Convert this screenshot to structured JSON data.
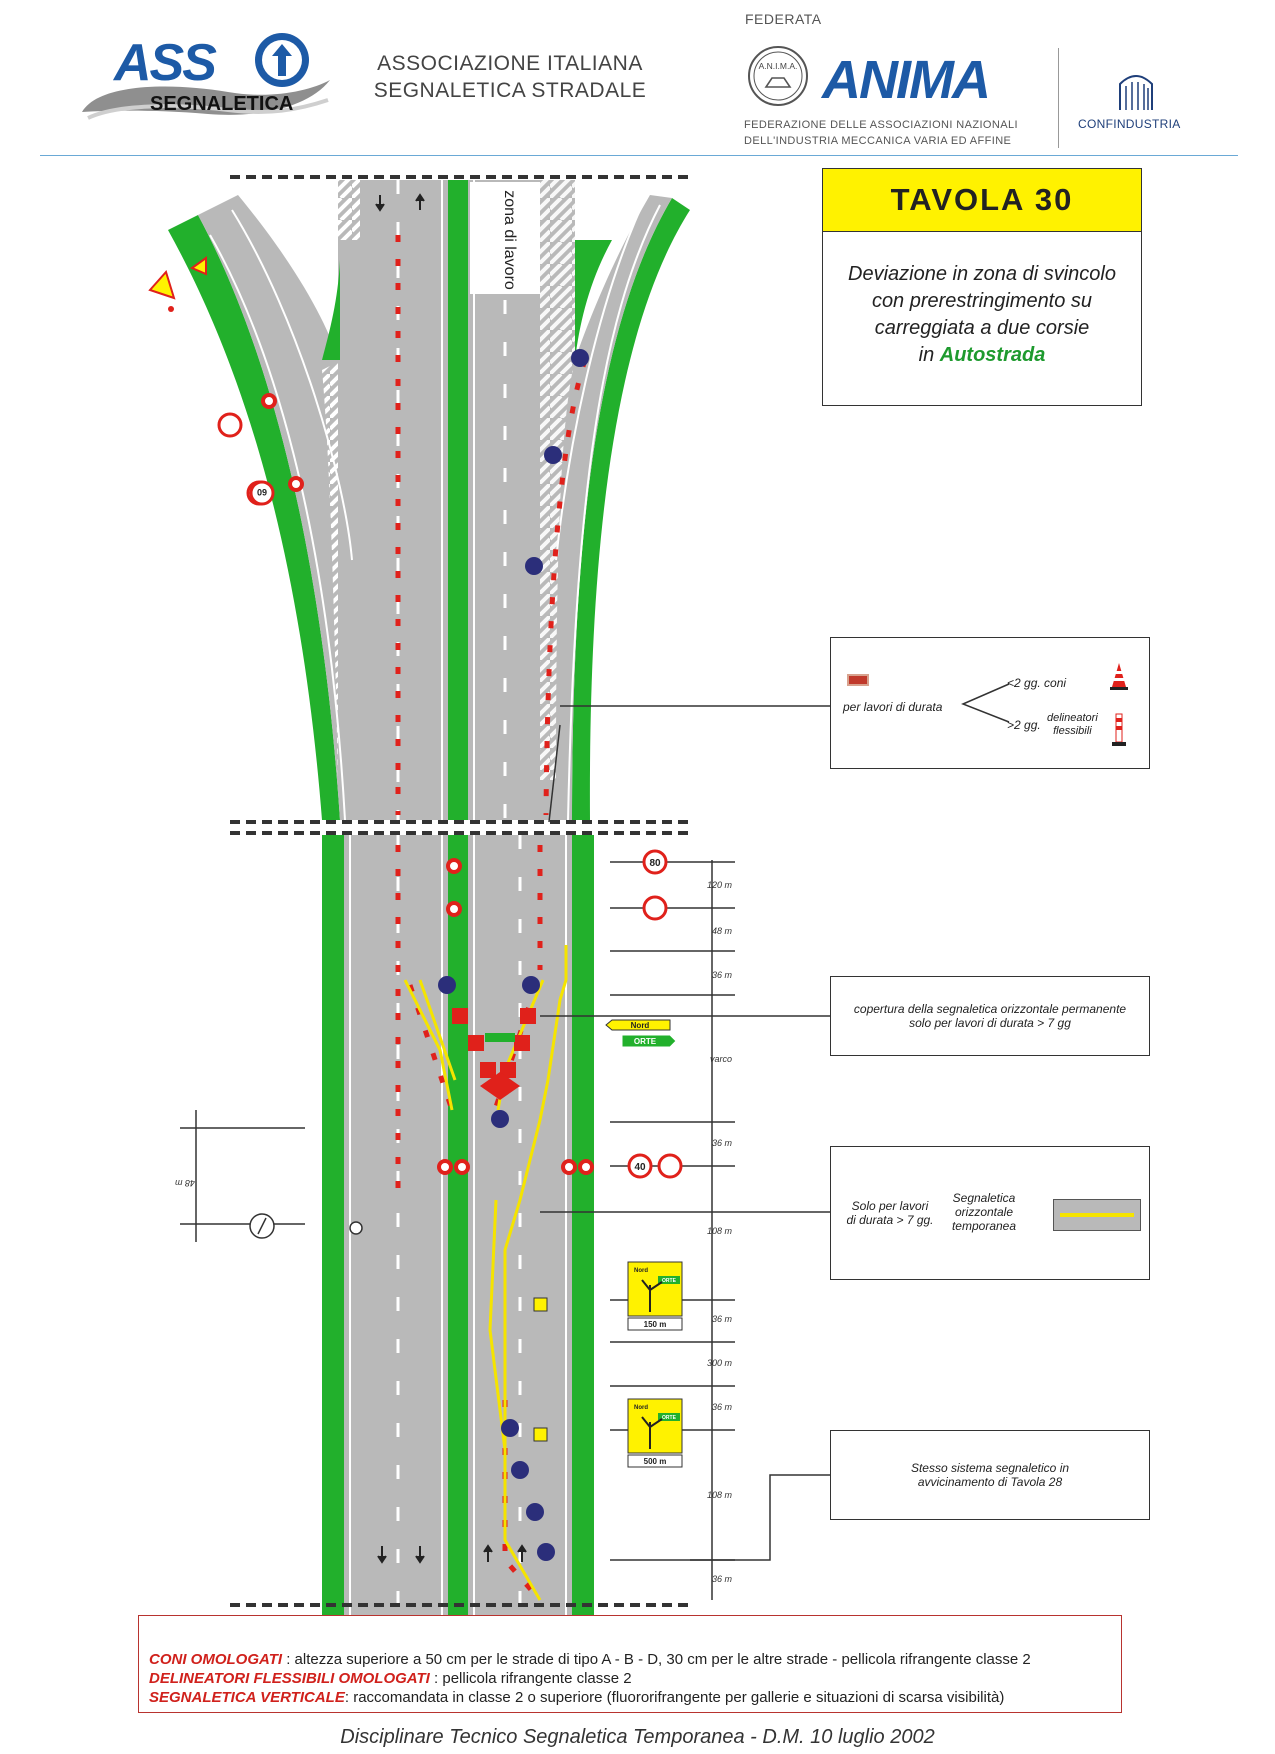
{
  "header": {
    "asso_logo": {
      "word1": "ASS",
      "word2": "SEGNALETICA"
    },
    "association_lines": [
      "ASSOCIAZIONE ITALIANA",
      "SEGNALETICA STRADALE"
    ],
    "federata": "FEDERATA",
    "anima_seal": "A.N.I.M.A.",
    "anima_logo": "ANIMA",
    "federation_lines": [
      "FEDERAZIONE DELLE ASSOCIAZIONI NAZIONALI",
      "DELL'INDUSTRIA MECCANICA VARIA ED AFFINE"
    ],
    "confindustria": "CONFINDUSTRIA"
  },
  "tavola": {
    "title": "TAVOLA   30",
    "desc_lines": [
      "Deviazione in zona di svincolo",
      "con prerestringimento su",
      "carreggiata a due corsie"
    ],
    "desc_in": "in ",
    "desc_highlight": "Autostrada",
    "highlight_color": "#1e9a2e"
  },
  "diagram": {
    "work_zone_label": "zona di lavoro",
    "distances": [
      "120 m",
      "48 m",
      "36 m",
      "varco",
      "36 m",
      "108 m",
      "36 m",
      "300 m",
      "36 m",
      "108 m",
      "36 m"
    ],
    "left_distance": "48 m",
    "signs": {
      "speed_80": "80",
      "speed_40": "40",
      "speed_60": "60",
      "dir_north": "Nord",
      "dir_orte": "ORTE",
      "panel_150": "150 m",
      "panel_500": "500 m"
    }
  },
  "callouts": {
    "durata": {
      "label": "per lavori di durata",
      "lt": "<2 gg.",
      "coni": "coni",
      "gt": ">2 gg.",
      "delineatori": "delineatori",
      "flessibili": "flessibili"
    },
    "copertura": [
      "copertura della segnaletica orizzontale permanente",
      "solo per lavori di durata > 7 gg"
    ],
    "temporanea": {
      "left": [
        "Solo per lavori",
        "di durata > 7 gg."
      ],
      "right": [
        "Segnaletica",
        "orizzontale",
        "temporanea"
      ]
    },
    "stesso": [
      "Stesso sistema segnaletico in",
      "avvicinamento di Tavola 28"
    ]
  },
  "notes": [
    {
      "label": "CONI OMOLOGATI",
      "text": " : altezza superiore a 50 cm per le strade di tipo A - B - D, 30 cm per le altre strade - pellicola rifrangente classe 2"
    },
    {
      "label": "DELINEATORI FLESSIBILI OMOLOGATI",
      "text": " :  pellicola rifrangente classe 2"
    },
    {
      "label": "SEGNALETICA VERTICALE",
      "text": ": raccomandata in classe 2 o superiore (fluororifrangente per gallerie e situazioni di scarsa visibilità)"
    }
  ],
  "footer": "Disciplinare Tecnico Segnaletica Temporanea - D.M.  10 luglio 2002",
  "colors": {
    "grass": "#22b02c",
    "asphalt": "#b9b9b9",
    "cone_red": "#e0211b",
    "sign_yellow": "#f5e400",
    "brand_blue": "#1d5aa6"
  }
}
